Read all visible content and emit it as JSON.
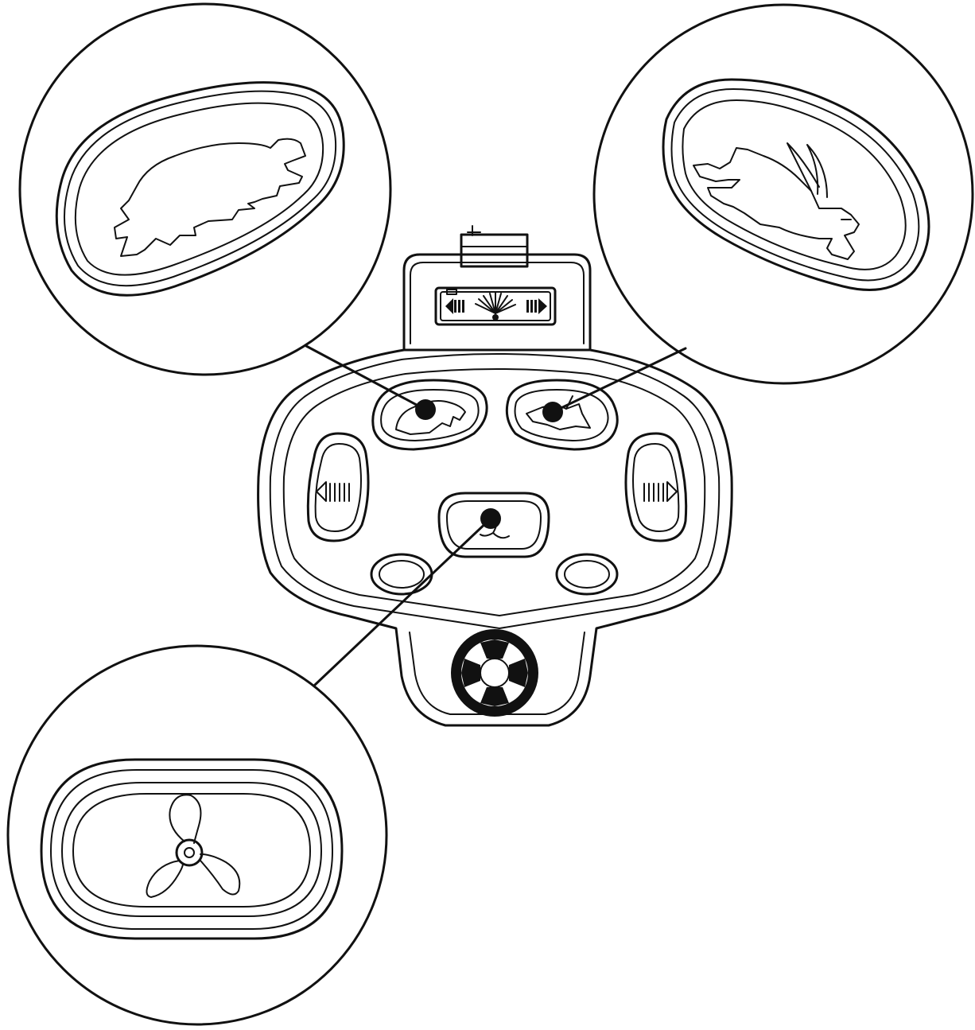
{
  "diagram": {
    "subject": "foot-pedal-controller",
    "callouts": [
      {
        "id": "slow",
        "icon": "turtle-icon"
      },
      {
        "id": "fast",
        "icon": "rabbit-icon"
      },
      {
        "id": "propeller",
        "icon": "propeller-icon"
      }
    ],
    "controller_buttons": [
      {
        "id": "slow-speed",
        "icon": "turtle-icon"
      },
      {
        "id": "fast-speed",
        "icon": "rabbit-icon"
      },
      {
        "id": "steer-left",
        "icon": "arrow-left-icon"
      },
      {
        "id": "steer-right",
        "icon": "arrow-right-icon"
      },
      {
        "id": "propeller-on",
        "icon": "propeller-icon"
      },
      {
        "id": "aux-left",
        "icon": "oval-button"
      },
      {
        "id": "aux-right",
        "icon": "oval-button"
      }
    ],
    "colors": {
      "line": "#111111",
      "background": "#ffffff"
    }
  }
}
